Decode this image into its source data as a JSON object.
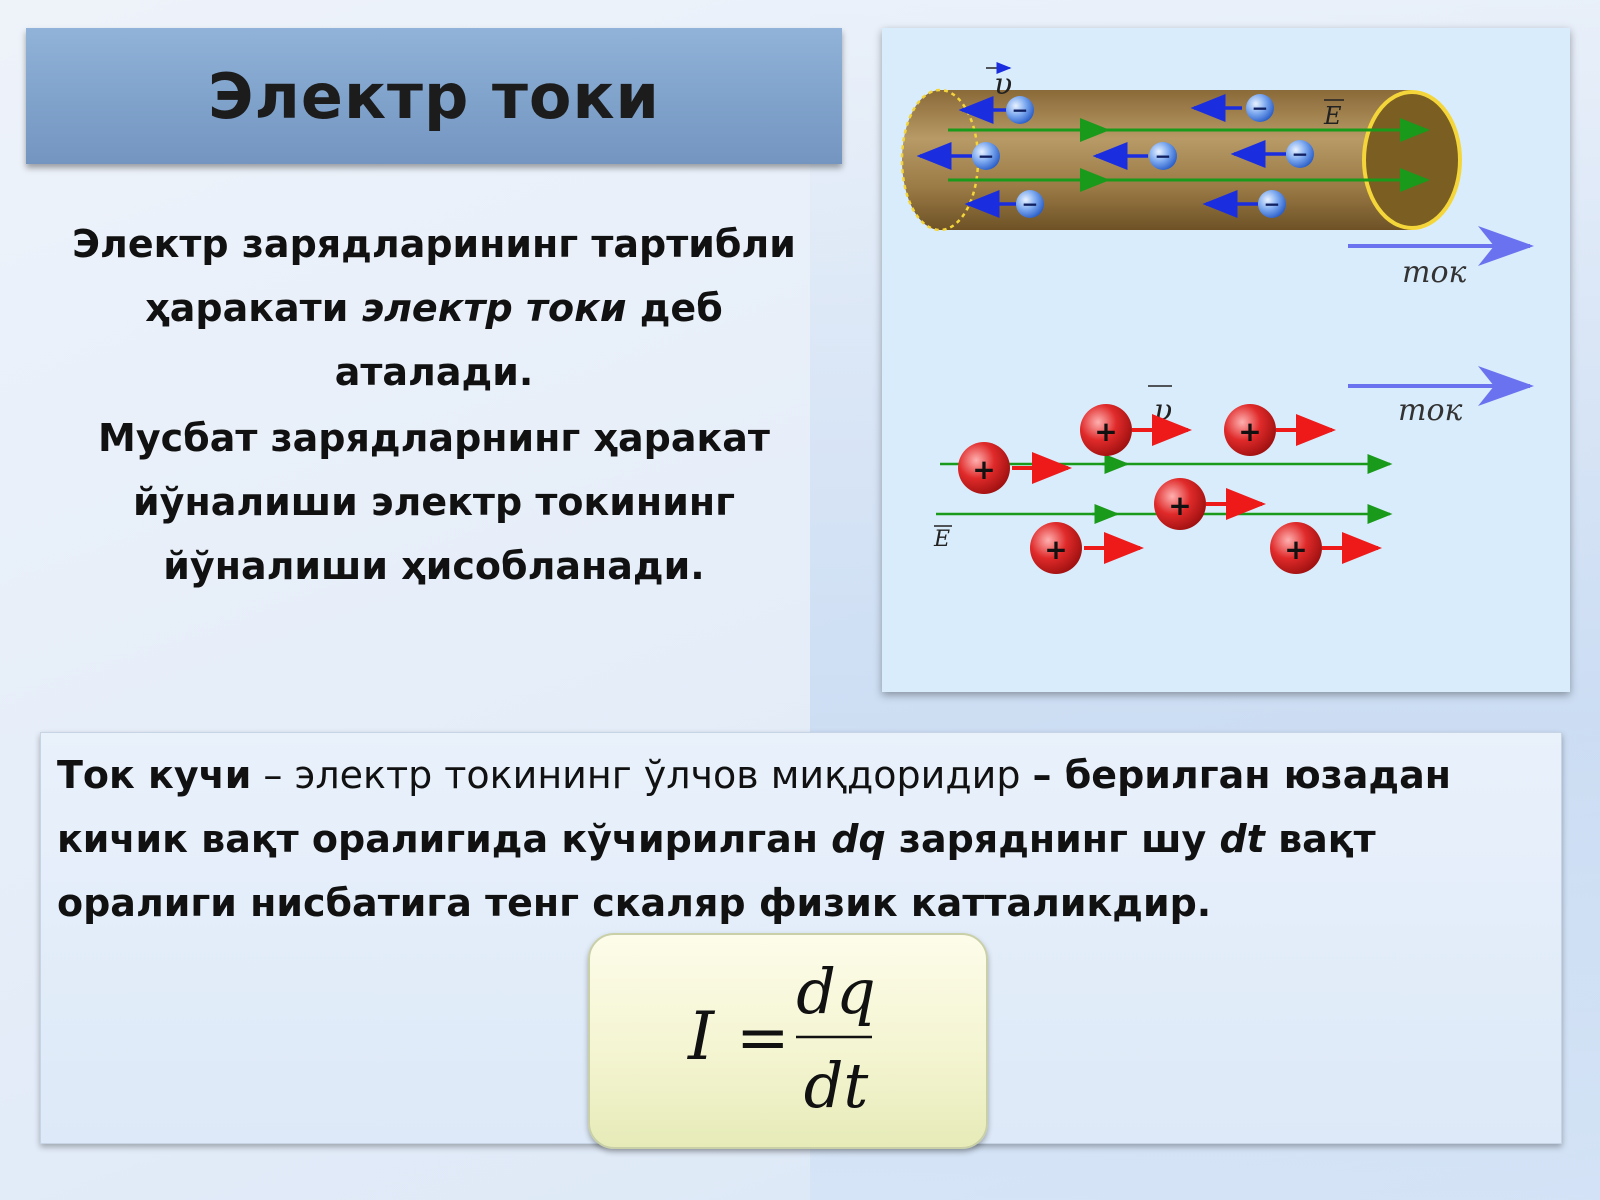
{
  "title": "Электр токи",
  "left_text": {
    "p1_a": "Электр зарядларининг тартибли ҳаракати ",
    "p1_italic": "электр токи",
    "p1_b": " деб аталади.",
    "p2": "Мусбат зарядларнинг ҳаракат йўналиши электр токининг йўналиши ҳисобланади."
  },
  "diagram": {
    "v_label": "υ",
    "e_label": "E",
    "current_label_top": "ток",
    "current_label_bottom": "ток",
    "negative_sign": "−",
    "positive_sign": "+",
    "colors": {
      "wire": "#9a7a45",
      "wire_end": "#7a5e22",
      "wire_rim": "#f4d63a",
      "field_arrow": "#1a9a1a",
      "velocity_negative": "#1a2ee0",
      "velocity_positive": "#ee1a1a",
      "current_arrow": "#6b72f0",
      "electron": "#5a8fe0",
      "proton": "#d42020"
    }
  },
  "definition": {
    "bold_1": "Ток кучи",
    "regular_1": " – электр токининг ўлчов миқдоридир ",
    "bold_2": "– берилган юзадан кичик вақт оралигида кўчирилган ",
    "italic_dq": "dq",
    "bold_3": " заряднинг шу ",
    "italic_dt": "dt",
    "bold_4": " вақт оралиги нисбатига тенг скаляр физик катталикдир."
  },
  "formula": {
    "lhs": "I",
    "eq": "=",
    "numerator": "dq",
    "denominator": "dt"
  }
}
